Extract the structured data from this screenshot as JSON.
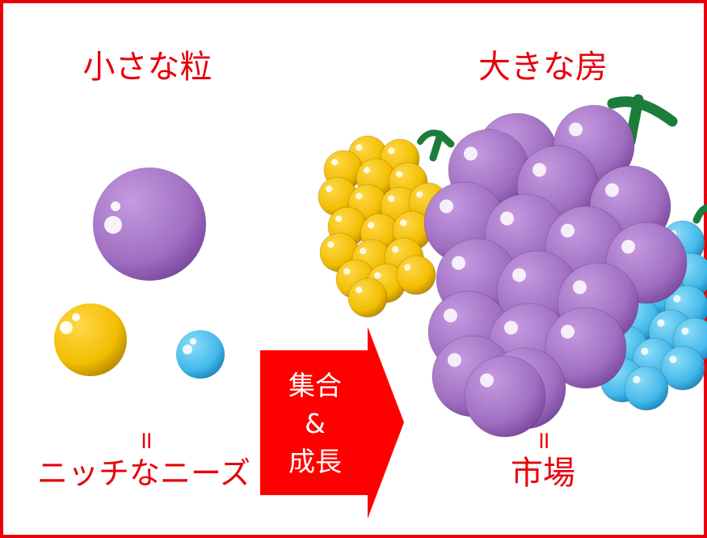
{
  "left": {
    "heading": "小さな粒",
    "equals": "॥",
    "caption": "ニッチなニーズ"
  },
  "right": {
    "heading": "大きな房",
    "equals": "॥",
    "caption": "市場"
  },
  "arrow": {
    "line1": "集合",
    "line2": "&",
    "line3": "成長"
  },
  "colors": {
    "accent": "#e8000b",
    "purple": "#a875c8",
    "yellow": "#f5c400",
    "blue": "#4fc3ee",
    "stem": "#1b7d3a"
  }
}
